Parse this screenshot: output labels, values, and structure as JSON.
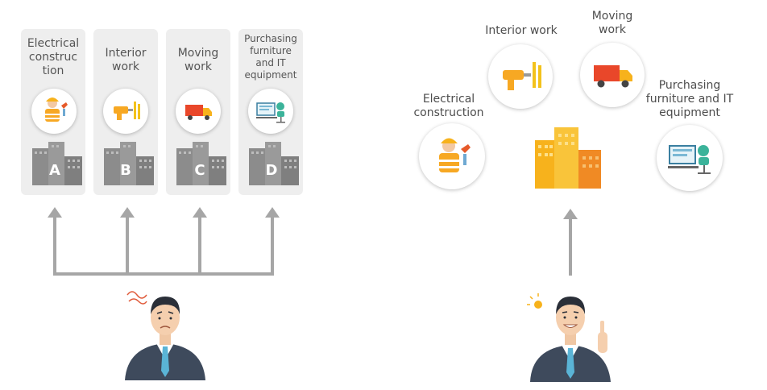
{
  "left": {
    "cards": [
      {
        "label": "Electrical\nconstruc\ntion",
        "letter": "A",
        "icon": "worker-icon"
      },
      {
        "label": "Interior\nwork",
        "letter": "B",
        "icon": "drill-icon"
      },
      {
        "label": "Moving\nwork",
        "letter": "C",
        "icon": "truck-icon"
      },
      {
        "label": "Purchasing\nfurniture\nand IT\nequipment",
        "letter": "D",
        "icon": "office-desk-icon"
      }
    ],
    "person": "confused-businessman"
  },
  "right": {
    "labels": {
      "interior": "Interior work",
      "moving": "Moving\nwork",
      "electrical": "Electrical\nconstruction",
      "purchasing": "Purchasing\nfurniture and IT\nequipment"
    },
    "person": "inspired-businessman"
  },
  "colors": {
    "card_bg": "#eeeeee",
    "arrow": "#a6a6a6",
    "building_gray": "#8c8c8c",
    "building_orange": "#f7a823",
    "suit": "#3e4a5c",
    "tie": "#5ab4d6"
  }
}
